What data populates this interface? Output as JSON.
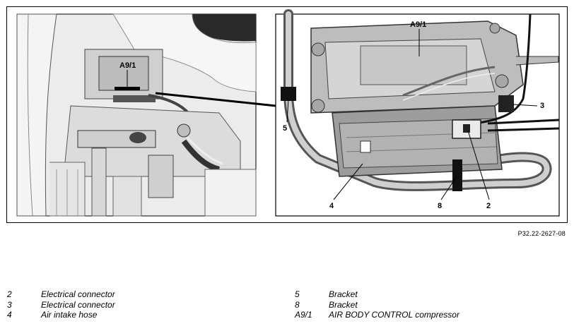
{
  "figure": {
    "left_label_a91": "A9/1",
    "right_label_a91": "A9/1",
    "callouts": {
      "c3": "3",
      "c5": "5",
      "c4": "4",
      "c8": "8",
      "c2": "2"
    },
    "figure_id": "P32.22-2627-08"
  },
  "legend": {
    "left": [
      {
        "code": "2",
        "text": "Electrical connector"
      },
      {
        "code": "3",
        "text": "Electrical connector"
      },
      {
        "code": "4",
        "text": "Air intake hose"
      }
    ],
    "right": [
      {
        "code": "5",
        "text": "Bracket"
      },
      {
        "code": "8",
        "text": "Bracket"
      },
      {
        "code": "A9/1",
        "text": "AIR BODY CONTROL compressor"
      }
    ]
  }
}
